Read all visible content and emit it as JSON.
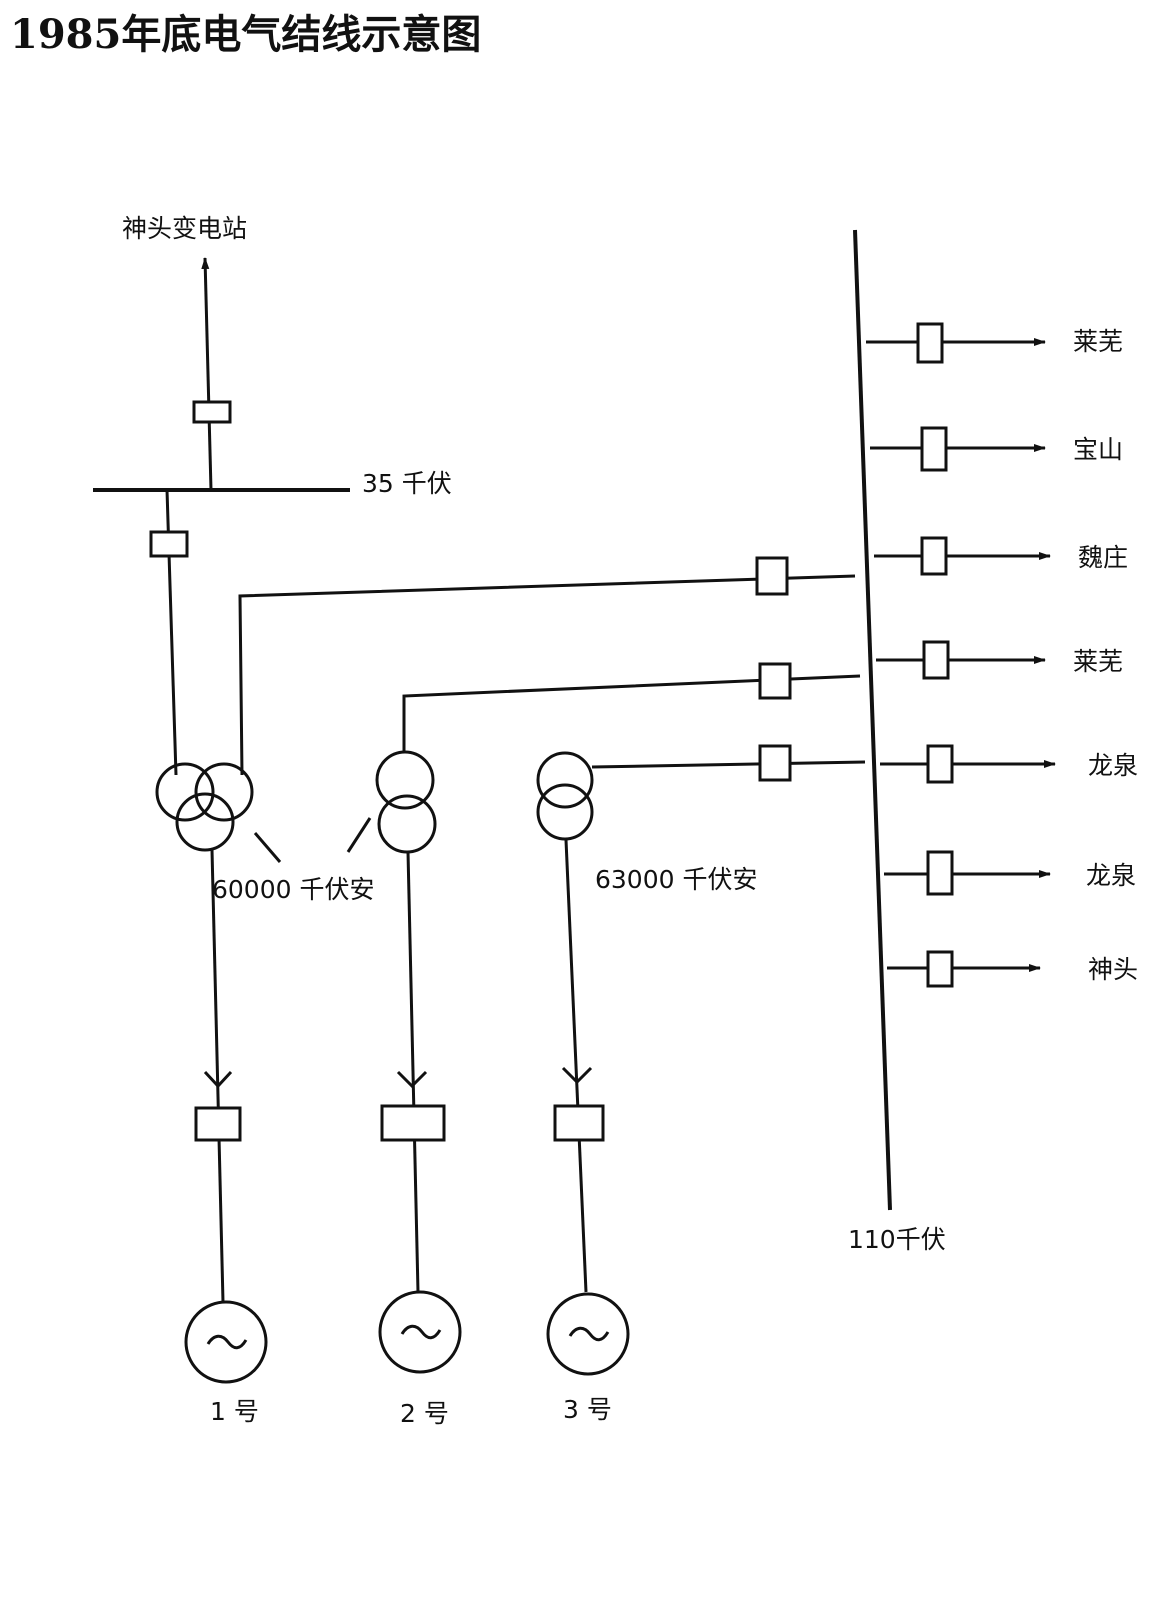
{
  "title": "1985年底电气结线示意图",
  "substation_label": "神头变电站",
  "bus_35kv_label": "35 千伏",
  "bus_110kv_label": "110千伏",
  "transformer_3w_rating": "60000 千伏安",
  "transformer_2w_rating": "63000 千伏安",
  "generators": [
    {
      "label": "1 号"
    },
    {
      "label": "2 号"
    },
    {
      "label": "3 号"
    }
  ],
  "feeders": [
    {
      "label": "莱芜"
    },
    {
      "label": "宝山"
    },
    {
      "label": "魏庄"
    },
    {
      "label": "莱芜"
    },
    {
      "label": "龙泉"
    },
    {
      "label": "龙泉"
    },
    {
      "label": "神头"
    }
  ],
  "generator_symbol": "~"
}
